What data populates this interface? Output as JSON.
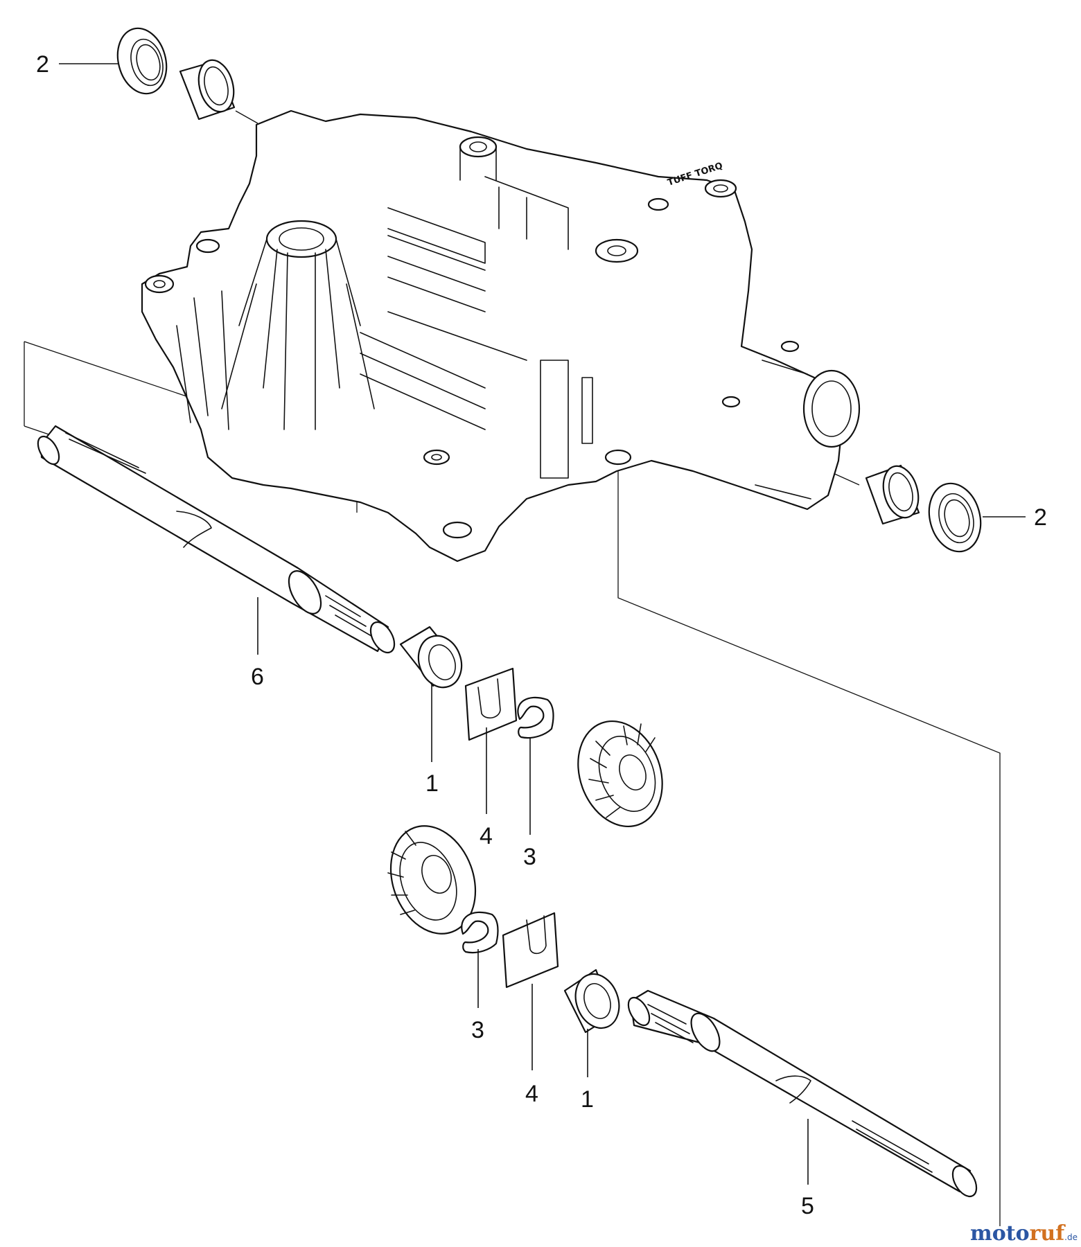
{
  "diagram": {
    "callouts": [
      "1",
      "1",
      "2",
      "2",
      "3",
      "3",
      "4",
      "4",
      "5",
      "6"
    ],
    "housing_cast_text": "TUFF TORQ",
    "watermark": {
      "part_a": "moto",
      "part_b": "ruf",
      "suffix": ".de"
    }
  },
  "colors": {
    "line": "#111111",
    "background": "#ffffff",
    "watermark_blue": "#2b56a3",
    "watermark_orange": "#d2711f"
  }
}
